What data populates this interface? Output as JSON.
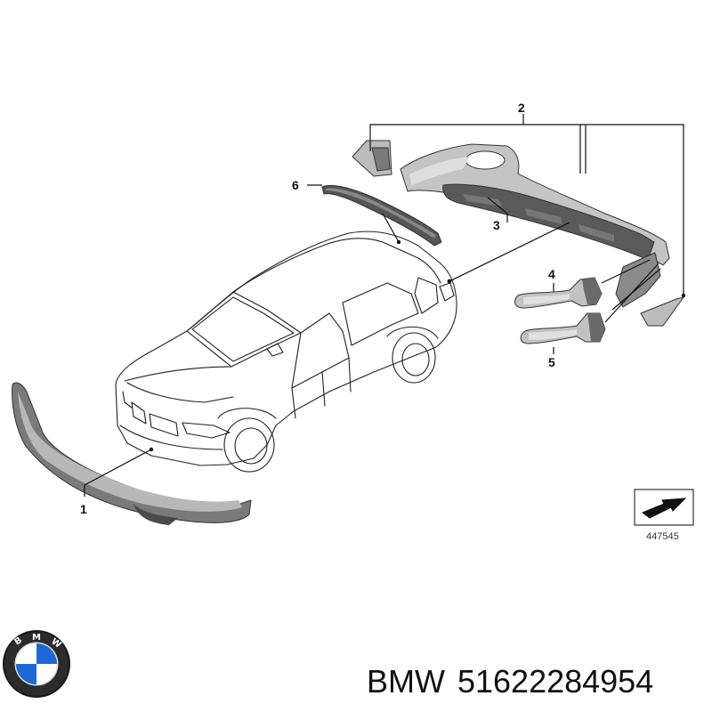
{
  "diagram": {
    "callouts": [
      "1",
      "2",
      "3",
      "4",
      "5",
      "6"
    ],
    "reference_number": "447545"
  },
  "footer": {
    "brand": "BMW",
    "part_number": "51622284954",
    "logo_letters": "BMW"
  },
  "colors": {
    "part_fill_light": "#bfbfbf",
    "part_fill_dark": "#5a5a5a",
    "line": "#111111",
    "logo_blue": "#1c69d4"
  }
}
